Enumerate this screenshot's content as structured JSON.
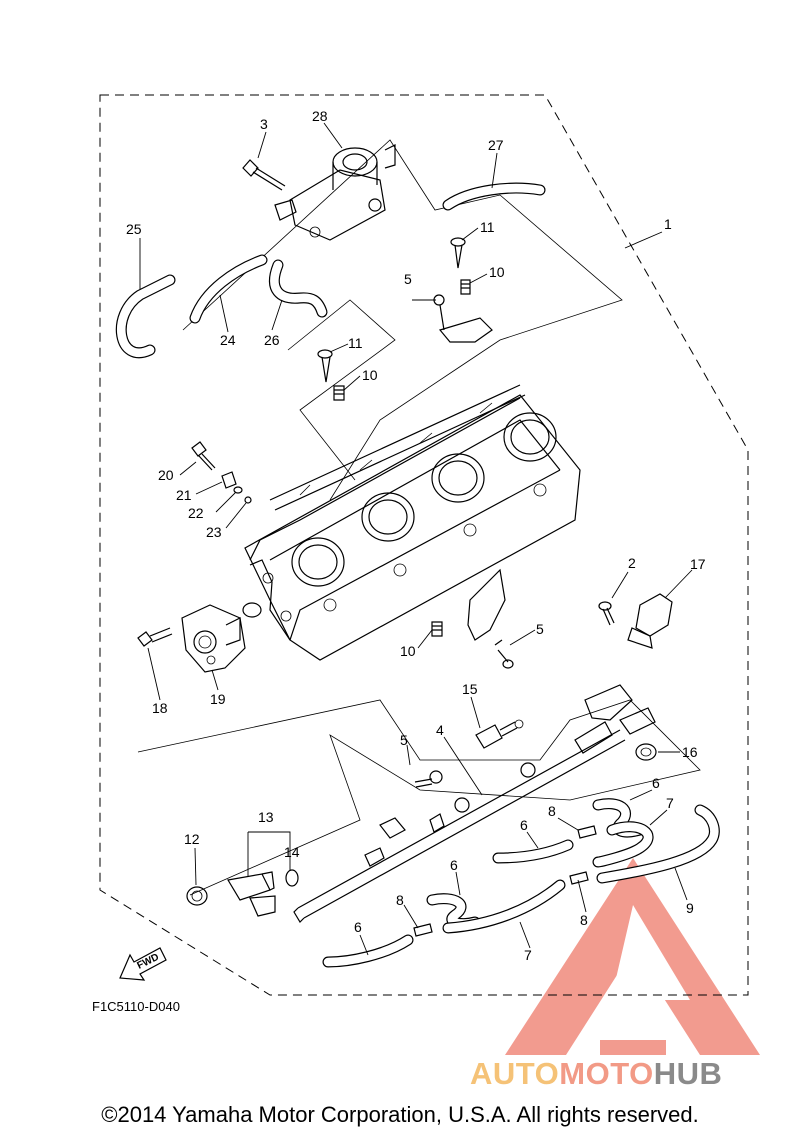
{
  "diagram": {
    "code": "F1C5110-D040",
    "fwd_label": "FWD",
    "copyright": "©2014 Yamaha Motor Corporation, U.S.A. All rights reserved.",
    "callouts": [
      {
        "id": "c1",
        "label": "1"
      },
      {
        "id": "c2",
        "label": "2"
      },
      {
        "id": "c3",
        "label": "3"
      },
      {
        "id": "c4",
        "label": "4"
      },
      {
        "id": "c5a",
        "label": "5"
      },
      {
        "id": "c5b",
        "label": "5"
      },
      {
        "id": "c5c",
        "label": "5"
      },
      {
        "id": "c6a",
        "label": "6"
      },
      {
        "id": "c6b",
        "label": "6"
      },
      {
        "id": "c6c",
        "label": "6"
      },
      {
        "id": "c6d",
        "label": "6"
      },
      {
        "id": "c7a",
        "label": "7"
      },
      {
        "id": "c7b",
        "label": "7"
      },
      {
        "id": "c8a",
        "label": "8"
      },
      {
        "id": "c8b",
        "label": "8"
      },
      {
        "id": "c8c",
        "label": "8"
      },
      {
        "id": "c9",
        "label": "9"
      },
      {
        "id": "c10a",
        "label": "10"
      },
      {
        "id": "c10b",
        "label": "10"
      },
      {
        "id": "c10c",
        "label": "10"
      },
      {
        "id": "c11a",
        "label": "11"
      },
      {
        "id": "c11b",
        "label": "11"
      },
      {
        "id": "c12",
        "label": "12"
      },
      {
        "id": "c13",
        "label": "13"
      },
      {
        "id": "c14",
        "label": "14"
      },
      {
        "id": "c15",
        "label": "15"
      },
      {
        "id": "c16",
        "label": "16"
      },
      {
        "id": "c17",
        "label": "17"
      },
      {
        "id": "c18",
        "label": "18"
      },
      {
        "id": "c19",
        "label": "19"
      },
      {
        "id": "c20",
        "label": "20"
      },
      {
        "id": "c21",
        "label": "21"
      },
      {
        "id": "c22",
        "label": "22"
      },
      {
        "id": "c23",
        "label": "23"
      },
      {
        "id": "c24",
        "label": "24"
      },
      {
        "id": "c25",
        "label": "25"
      },
      {
        "id": "c26",
        "label": "26"
      },
      {
        "id": "c27",
        "label": "27"
      },
      {
        "id": "c28",
        "label": "28"
      }
    ]
  },
  "watermark": {
    "part1": "AUTO",
    "part2": "MOTO",
    "part3": "HUB",
    "colors": {
      "auto": "#f5c277",
      "moto": "#f29a86",
      "hub": "#8a8a8a",
      "triangle": "#f08a7c"
    }
  }
}
